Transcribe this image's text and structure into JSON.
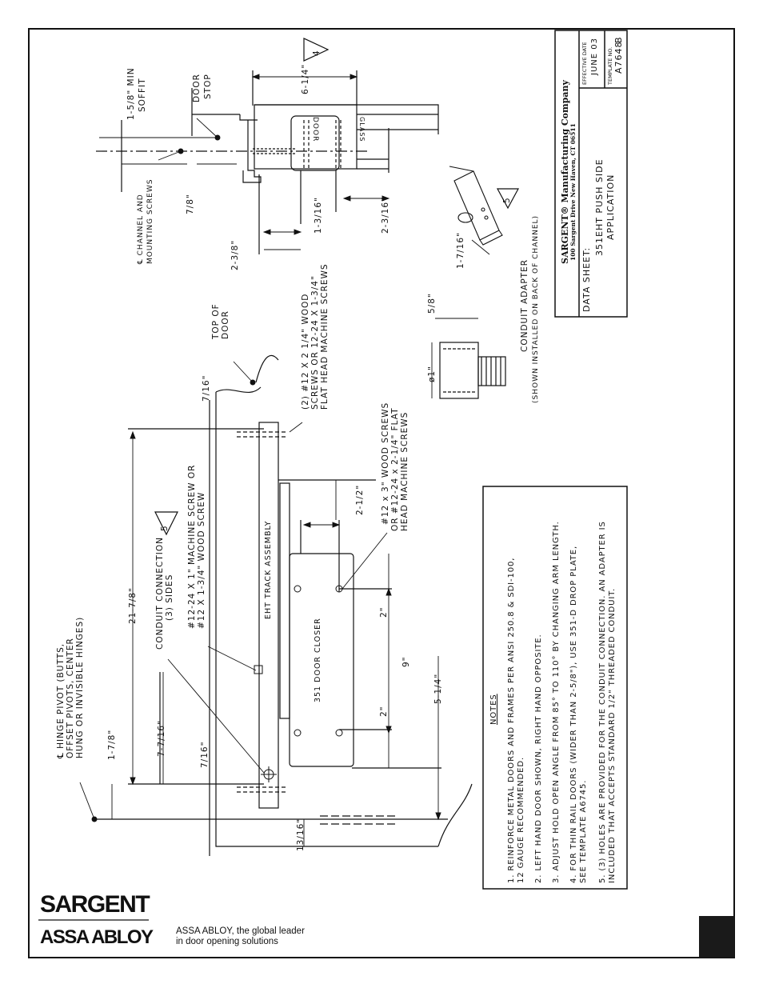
{
  "brand": {
    "sargent": "SARGENT",
    "assa_abloy": "ASSA ABLOY",
    "tagline_1": "ASSA ABLOY, the global leader",
    "tagline_2": "in door opening solutions"
  },
  "title_block": {
    "company": "SARGENT® Manufacturing Company",
    "address": "100 Sargent Drive New Haven, CT 06511",
    "data_sheet_label": "DATA SHEET:",
    "sheet_title_1": "351EHT PUSH SIDE",
    "sheet_title_2": "APPLICATION",
    "effective_label": "EFFECTIVE DATE",
    "effective_date": "JUNE 03",
    "template_label": "TEMPLATE NO.",
    "template_no": "A7648",
    "revision": "B"
  },
  "labels": {
    "soffit_1": "1-5/8\" MIN",
    "soffit_2": "SOFFIT",
    "door_stop_1": "DOOR",
    "door_stop_2": "STOP",
    "six": "6-1/4\"",
    "flag4": "4",
    "flag5": "5",
    "flag5b": "5",
    "door": "DOOR",
    "glass": "GLASS",
    "channel_1": "℄ CHANNEL AND",
    "channel_2": "MOUNTING SCREWS",
    "seven8": "7/8\"",
    "one316": "1-3/16\"",
    "two316": "2-3/16\"",
    "two38": "2-3/8\"",
    "screws2_1": "(2) #12 X 2 1/4\" WOOD",
    "screws2_2": "SCREWS OR 12-24 X 1-3/4\"",
    "screws2_3": "FLAT HEAD MACHINE SCREWS",
    "top_door_1": "TOP OF",
    "top_door_2": "DOOR",
    "seven16_top": "7/16\"",
    "adapter_1": "CONDUIT ADAPTER",
    "adapter_2": "(SHOWN INSTALLED ON BACK OF CHANNEL)",
    "five8": "5/8\"",
    "dia1": "ø1\"",
    "one716": "1-7/16\"",
    "screws3_1": "#12 x 3\" WOOD SCREWS",
    "screws3_2": "OR #12-24 x   2-1/4\" FLAT",
    "screws3_3": "HEAD MACHINE SCREWS",
    "two12": "2-1/2\"",
    "two_a": "2\"",
    "nine": "9\"",
    "two_b": "2\"",
    "five14": "5-1/4\"",
    "eht_track": "EHT TRACK ASSEMBLY",
    "closer": "351 DOOR CLOSER",
    "twenty178": "21-7/8\"",
    "conduit_1": "CONDUIT CONNECTION",
    "conduit_2": "(3) SIDES",
    "machine_1": "#12-24 X 1\" MACHINE SCREW OR",
    "machine_2": "#12 X 1-3/4\" WOOD SCREW",
    "hinge_1": "℄ HINGE PIVOT (BUTTS,",
    "hinge_2": "OFFSET PIVOTS, CENTER",
    "hinge_3": "HUNG OR INVISIBLE HINGES)",
    "one78": "1-7/8\"",
    "seven716": "7-7/16\"",
    "seven16_low": "7/16\"",
    "thirteen16": "13/16\""
  },
  "notes": {
    "heading": "NOTES",
    "n1a": "1.  REINFORCE METAL DOORS AND FRAMES PER ANSI 250.8 & SDI-100,",
    "n1b": "     12 GAUGE RECOMMENDED.",
    "n2": "2.  LEFT HAND DOOR SHOWN, RIGHT HAND OPPOSITE.",
    "n3": "3.  ADJUST HOLD OPEN ANGLE FROM 85° TO 110° BY CHANGING ARM LENGTH.",
    "n4a": "4.  FOR THIN RAIL DOORS (WIDER THAN 2-5/8\"), USE 351-D DROP PLATE,",
    "n4b": "     SEE TEMPLATE A6745.",
    "n5a": "5.  (3) HOLES ARE PROVIDED FOR THE CONDUIT CONNECTION.  AN ADAPTER IS",
    "n5b": "     INCLUDED THAT ACCEPTS STANDARD 1/2\" THREADED CONDUIT."
  }
}
